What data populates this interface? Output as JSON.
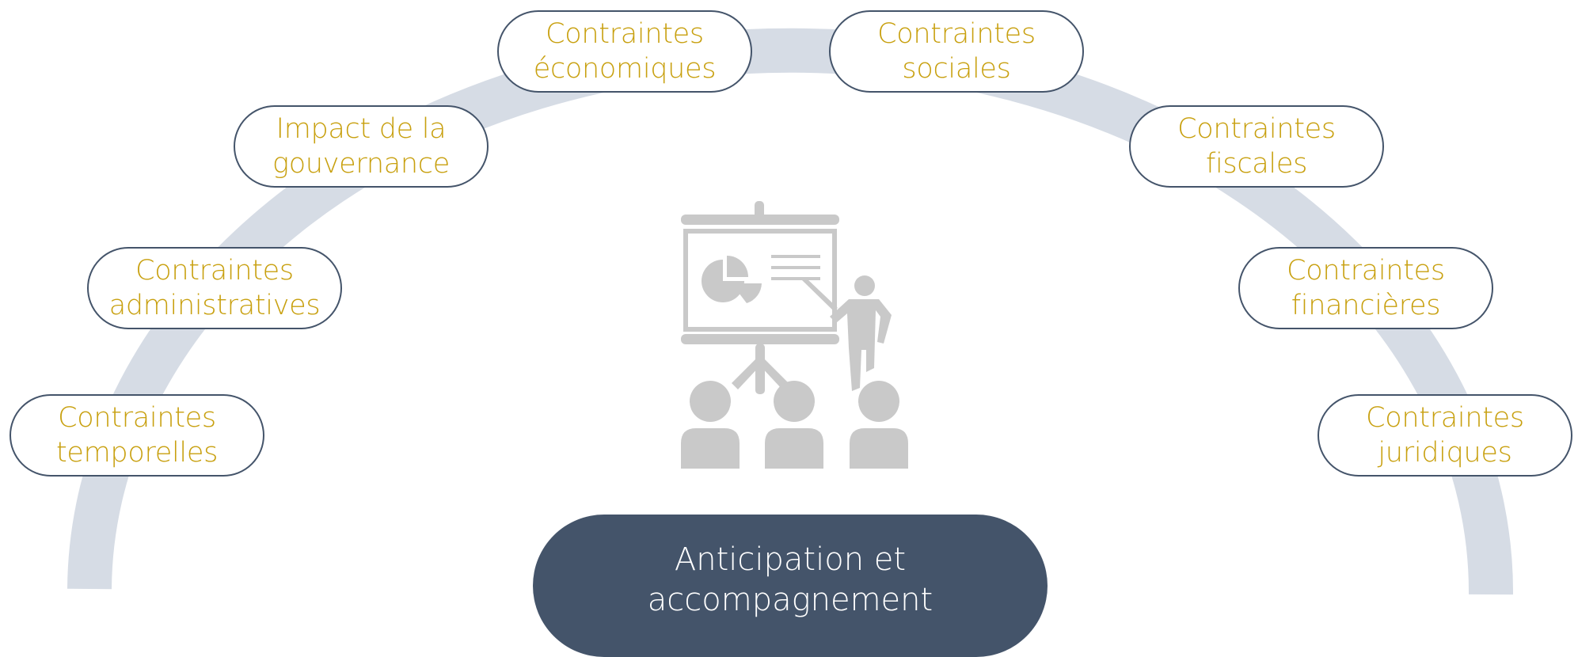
{
  "colors": {
    "arc": "#d6dce5",
    "pill_border": "#44546a",
    "pill_text": "#c8a00f",
    "center_fill": "#44546a",
    "center_text": "#ffffff",
    "icon": "#c9c9c9"
  },
  "constraints": {
    "temporelles": "Contraintes\ntemporelles",
    "administratives": "Contraintes\nadministratives",
    "gouvernance": "Impact de la\ngouvernance",
    "economiques": "Contraintes\néconomiques",
    "sociales": "Contraintes\nsociales",
    "fiscales": "Contraintes\nfiscales",
    "financieres": "Contraintes\nfinancières",
    "juridiques": "Contraintes\njuridiques"
  },
  "center": {
    "label": "Anticipation et\naccompagnement",
    "icon": "presentation-audience-icon"
  }
}
